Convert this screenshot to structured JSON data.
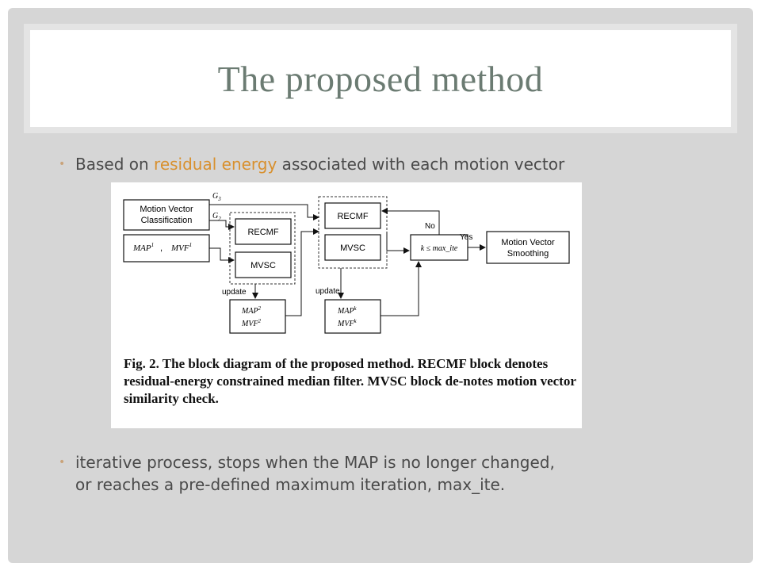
{
  "slide": {
    "title": "The proposed method",
    "bullets": [
      {
        "pre": "Based on ",
        "highlight": "residual energy",
        "post": " associated with each motion vector"
      },
      {
        "line1": "iterative process, stops when the MAP is no longer changed,",
        "line2": "or reaches a pre-defined maximum iteration, max_ite."
      }
    ],
    "highlight_color": "#d8902e",
    "title_color": "#6b7b72"
  },
  "figure": {
    "blocks": {
      "mvc_line1": "Motion Vector",
      "mvc_line2": "Classification",
      "map1": "MAP",
      "map1_sup": "1",
      "mvf1": "MVF",
      "mvf1_sup": "1",
      "recmf": "RECMF",
      "mvsc": "MVSC",
      "map2": "MAP",
      "map2_sup": "2",
      "mvf2": "MVF",
      "mvf2_sup": "2",
      "mapk": "MAP",
      "mapk_sup": "k",
      "mvfk": "MVF",
      "mvfk_sup": "k",
      "decision": "k ≤ max_ite",
      "mvs_line1": "Motion Vector",
      "mvs_line2": "Smoothing"
    },
    "labels": {
      "g3": "G",
      "g3_sub": "3",
      "g2": "G",
      "g2_sub": "2",
      "update": "update",
      "no": "No",
      "yes": "Yes"
    },
    "caption": "Fig. 2. The block diagram of the proposed method. RECMF block denotes residual-energy constrained median filter. MVSC block de-notes motion vector similarity check."
  }
}
